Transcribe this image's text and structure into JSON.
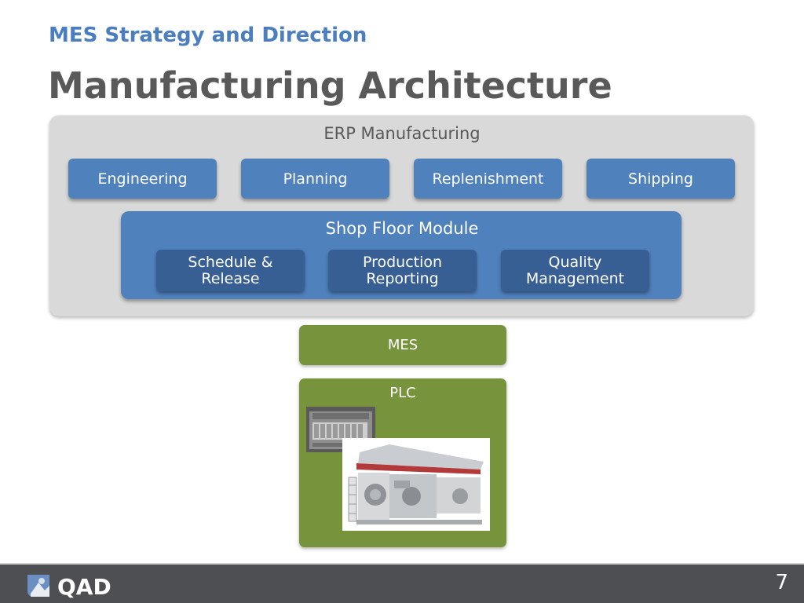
{
  "header": {
    "subtitle": "MES Strategy and Direction",
    "title": "Manufacturing Architecture"
  },
  "erp": {
    "title": "ERP Manufacturing",
    "modules": [
      "Engineering",
      "Planning",
      "Replenishment",
      "Shipping"
    ]
  },
  "shop_floor": {
    "title": "Shop Floor Module",
    "modules": [
      [
        "Schedule &",
        "Release"
      ],
      [
        "Production",
        "Reporting"
      ],
      [
        "Quality",
        "Management"
      ]
    ]
  },
  "mes": {
    "label": "MES"
  },
  "plc": {
    "label": "PLC"
  },
  "footer": {
    "logo_text": "QAD",
    "page_number": "7"
  },
  "colors": {
    "accent_blue": "#4a7ebf",
    "module_blue": "#4f81bd",
    "module_dark_blue": "#375f93",
    "green": "#77933c",
    "panel_gray": "#d9d9d9",
    "footer_gray": "#4d4f52"
  },
  "icons": {
    "logo": "qad-logo-icon",
    "plc_photo": "plc-cabinet-image",
    "machine_photo": "printing-machine-image"
  }
}
